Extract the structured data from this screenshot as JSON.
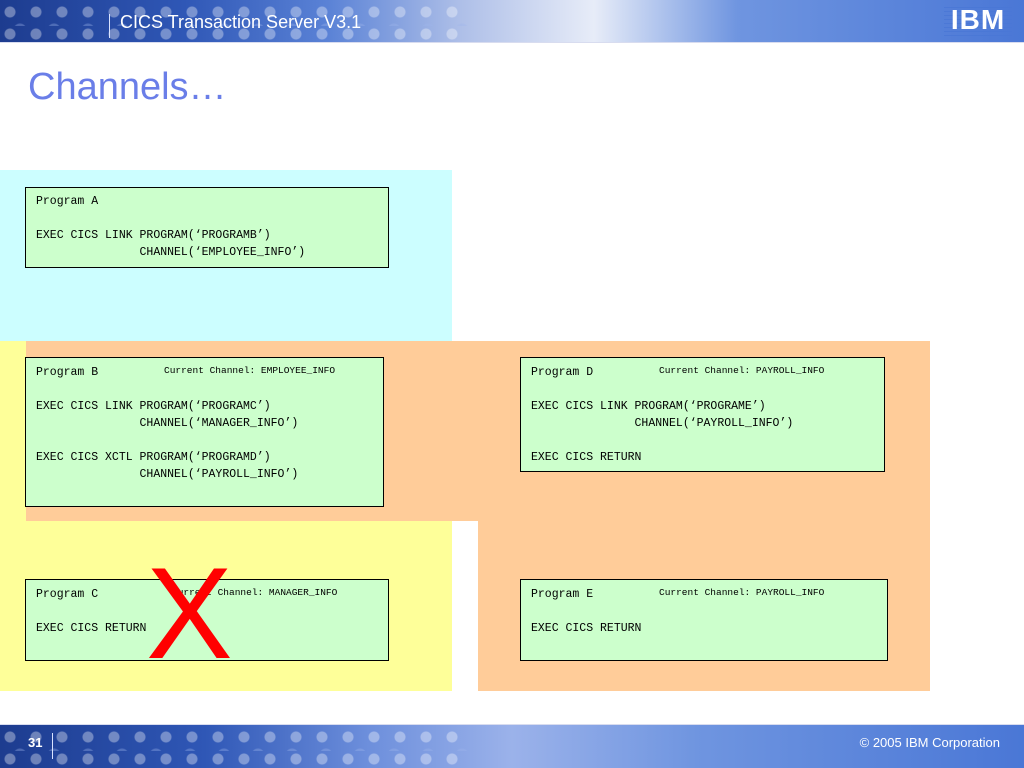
{
  "header": {
    "product_title": "CICS Transaction Server V3.1",
    "logo_text": "IBM"
  },
  "slide": {
    "title": "Channels…"
  },
  "programs": {
    "a": {
      "name": "Program A",
      "lines": [
        "EXEC CICS LINK PROGRAM(‘PROGRAMB’)",
        "               CHANNEL(‘EMPLOYEE_INFO’)"
      ]
    },
    "b": {
      "name": "Program B",
      "current_channel": "Current Channel: EMPLOYEE_INFO",
      "lines": [
        "EXEC CICS LINK PROGRAM(‘PROGRAMC’)",
        "               CHANNEL(‘MANAGER_INFO’)",
        "EXEC CICS XCTL PROGRAM(‘PROGRAMD’)",
        "               CHANNEL(‘PAYROLL_INFO’)"
      ]
    },
    "c": {
      "name": "Program C",
      "current_channel": "Current Channel: MANAGER_INFO",
      "lines": [
        "EXEC CICS RETURN"
      ]
    },
    "d": {
      "name": "Program D",
      "current_channel": "Current Channel: PAYROLL_INFO",
      "lines": [
        "EXEC CICS LINK PROGRAM(‘PROGRAME’)",
        "               CHANNEL(‘PAYROLL_INFO’)",
        "EXEC CICS RETURN"
      ]
    },
    "e": {
      "name": "Program E",
      "current_channel": "Current Channel: PAYROLL_INFO",
      "lines": [
        "EXEC CICS RETURN"
      ]
    }
  },
  "cross_mark": "X",
  "colors": {
    "title": "#6a7ee8",
    "cross": "#ff0000",
    "cyan": "#ccfeff",
    "yellow": "#feff99",
    "orange": "#ffcc99",
    "program_box": "#ccffcc"
  },
  "footer": {
    "page_number": "31",
    "copyright": "© 2005 IBM Corporation"
  }
}
